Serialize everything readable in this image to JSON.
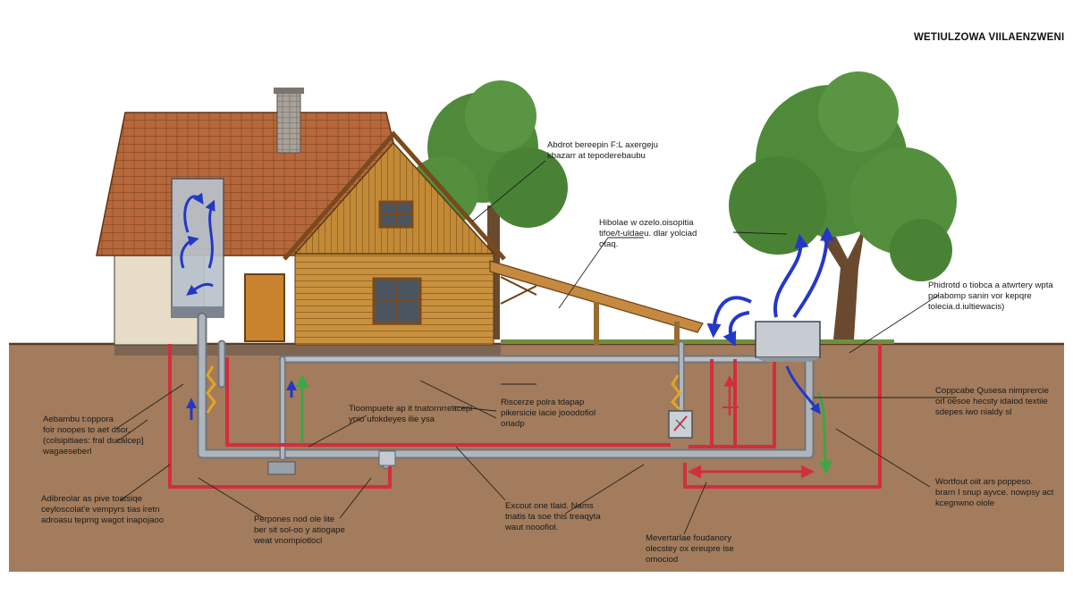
{
  "title": "WETIULZOWA VIILAENZWENI",
  "labels": [
    {
      "id": "roof",
      "lines": [
        "Abdrot bereepin F:L axergeju",
        "kbazarr at tepoderebaubu"
      ]
    },
    {
      "id": "gable",
      "lines": [
        "Hibolae w ozelo.oisopitia",
        "tifoe/t-uldaeu. dlar yolciad",
        "otaq."
      ]
    },
    {
      "id": "unit",
      "lines": [
        "Phidrotd o tiobca a atwrtery wpta",
        "polabomp sanin vor kepqre",
        "tolecia.d.iultiewacis)"
      ]
    },
    {
      "id": "left-top",
      "lines": [
        "Aebambu t:oppora",
        "foir noopes to aet dsor,",
        "(colsipitiaes: fral ducalcep]",
        "wagaeseberl"
      ]
    },
    {
      "id": "left-bottom",
      "lines": [
        "Adibreolar as pive toatsiqe",
        "ceyloscolat'e vempyrs tias iretn",
        "adroasu teprng wagot inapojaoo"
      ]
    },
    {
      "id": "center-left",
      "lines": [
        "Tioompuete ap it tnatornrreacepi",
        "yoio ufokdeyes ilie ysa"
      ]
    },
    {
      "id": "center-right",
      "lines": [
        "Riscerze polra tdapap",
        "pikersicie iacie jooodofiol",
        "oriadp"
      ]
    },
    {
      "id": "right-top",
      "lines": [
        "Coppcabe Qusesa nimprercie",
        "orl oesoe hecsty idaiod textiie",
        "sdepes iwo nialdy sl"
      ]
    },
    {
      "id": "right-bottom",
      "lines": [
        "Wortfout oiit ars poppeso.",
        "brarn I snup ayvce. nowpsy act",
        "kcegnwno oiole"
      ]
    },
    {
      "id": "bottom-left",
      "lines": [
        "Perpones nod ole lite",
        "ber sit sol-oo y atiogape",
        "weat vnompiotlocl"
      ]
    },
    {
      "id": "bottom-center",
      "lines": [
        "Excout one tlaid. Nams",
        "tnatis ta soe this treaqyta",
        "waut nooofiol."
      ]
    },
    {
      "id": "bottom-right",
      "lines": [
        "Mevertarlae foudanory",
        "olecstey ox ereupre ise",
        "omociod"
      ]
    }
  ],
  "colors": {
    "sky": "#ffffff",
    "soil": "#a27c5c",
    "ground_line": "#5c3a22",
    "roof": "#b7683a",
    "wood_wall": "#c8913d",
    "stucco": "#e6dcc8",
    "foliage": "#4f8a3a",
    "trunk": "#6a4a2e",
    "pipe_grey": "#a9b0b8",
    "pipe_red": "#d22e3e",
    "air_blue": "#2438c8",
    "air_green": "#3aa844",
    "heat_yellow": "#e2a623"
  },
  "icons": [
    "chimney",
    "window",
    "door",
    "tree",
    "ventilation-unit",
    "manifold-box",
    "air-flow-arrow"
  ]
}
